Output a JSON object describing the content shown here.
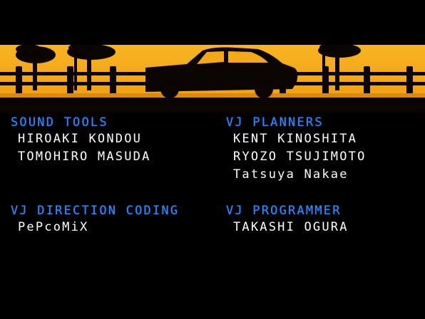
{
  "credits": {
    "left": [
      {
        "heading": "SOUND TOOLS",
        "names": [
          "HIROAKI KONDOU",
          "TOMOHIRO MASUDA"
        ]
      },
      {
        "heading": "VJ DIRECTION CODING",
        "names": [
          "PePcoMiX"
        ]
      }
    ],
    "right": [
      {
        "heading": "VJ PLANNERS",
        "names": [
          "KENT KINOSHITA",
          "RYOZO TSUJIMOTO",
          "Tatsuya Nakae"
        ]
      },
      {
        "heading": "VJ PROGRAMMER",
        "names": [
          "TAKASHI OGURA"
        ]
      }
    ]
  },
  "colors": {
    "background": "#000000",
    "banner": "#f5a816",
    "heading": "#2a8cff",
    "name": "#ffffff"
  }
}
